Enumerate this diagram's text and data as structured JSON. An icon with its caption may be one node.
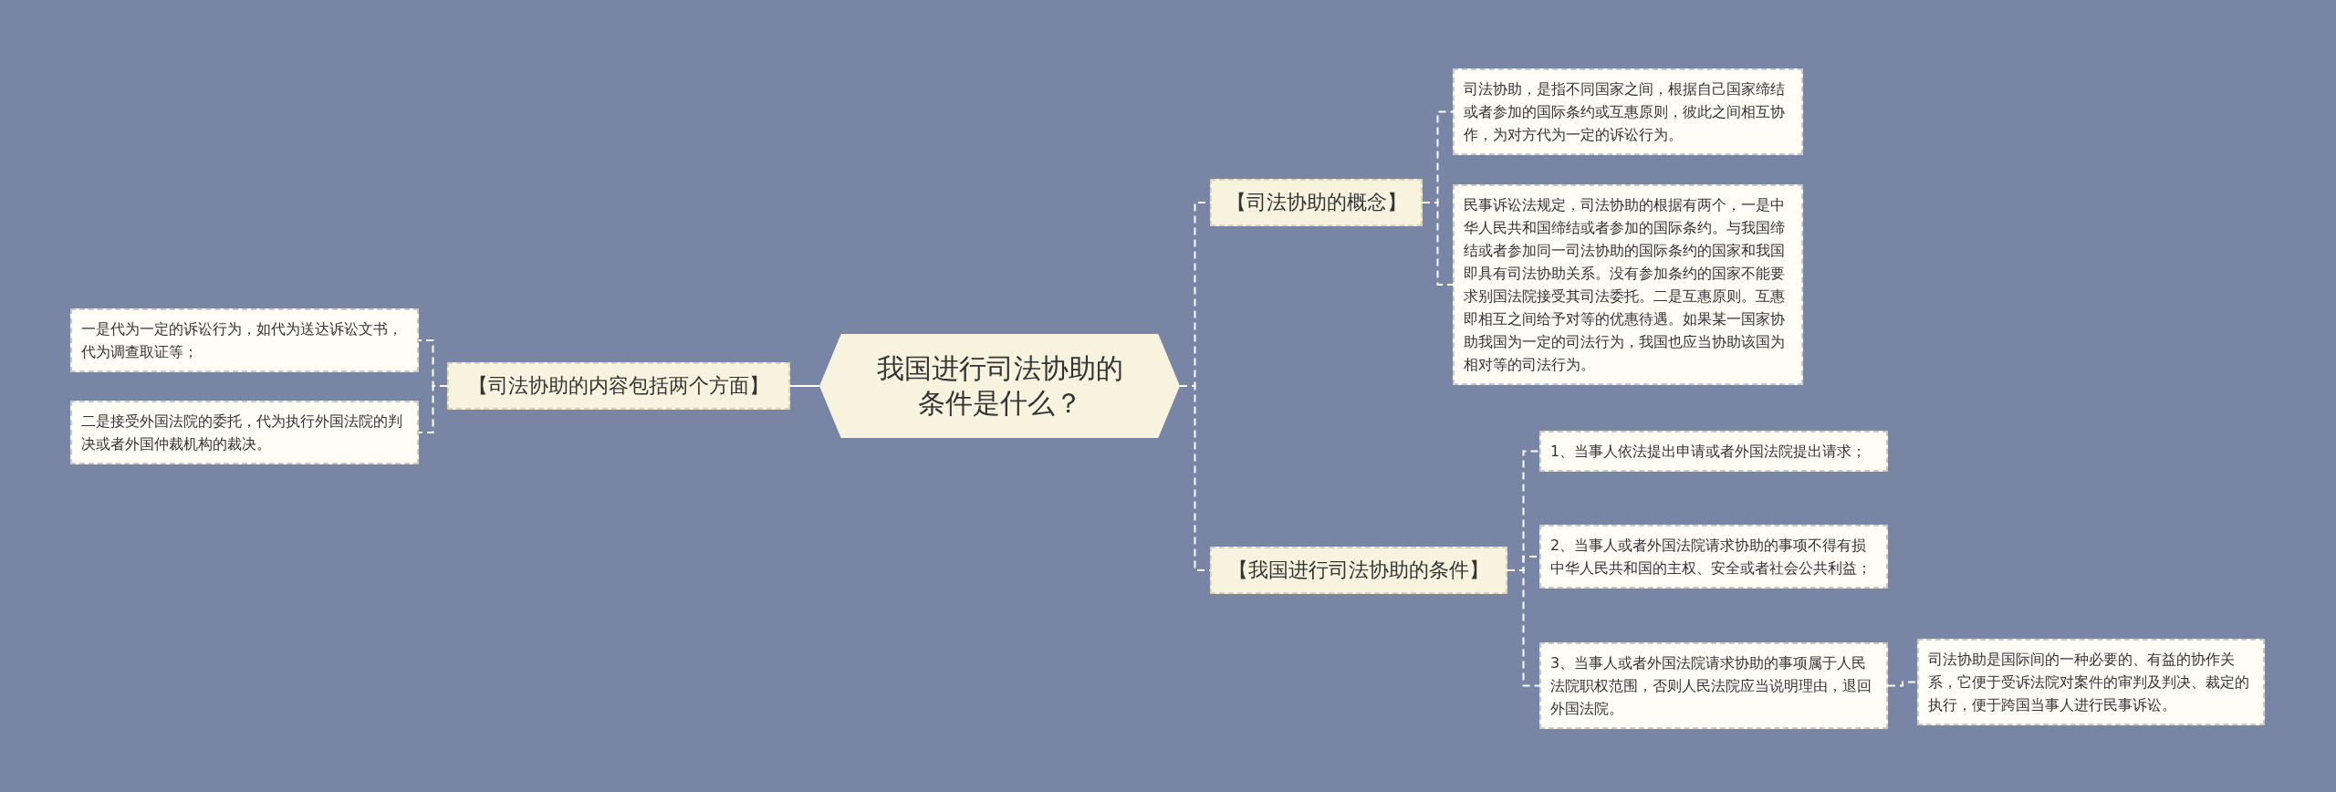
{
  "diagram": {
    "nodes": [
      {
        "text": [
          "我国进行司法协助的条件是什么？"
        ]
      },
      {
        "text": [
          "【司法协助的内容包括两个方面】"
        ]
      },
      {
        "text": [
          "一是代为一定的诉讼行为，如代为送达诉讼文书，代为调查取证等；"
        ]
      },
      {
        "text": [
          "二是接受外国法院的委托，代为执行外国法院的判决或者外国仲裁机构的裁决。"
        ]
      },
      {
        "text": [
          "【司法协助的概念】"
        ]
      },
      {
        "text": [
          "司法协助，是指不同国家之间，根据自己国家缔结或者参加的国际条约或互惠原则，彼此之间相互协作，为对方代为一定的诉讼行为。"
        ]
      },
      {
        "text": [
          "民事诉讼法规定，司法协助的根据有两个，一是中华人民共和国缔结或者参加的国际条约。与我国缔结或者参加同一司法协助的国际条约的国家和我国即具有司法协助关系。没有参加条约的国家不能要求别国法院接受其司法委托。二是互惠原则。互惠即相互之间给予对等的优惠待遇。如果某一国家协助我国为一定的司法行为，我国也应当协助该国为相对等的司法行为。"
        ]
      },
      {
        "text": [
          "【我国进行司法协助的条件】"
        ]
      },
      {
        "text": [
          "1、当事人依法提出申请或者外国法院提出请求；"
        ]
      },
      {
        "text": [
          "2、当事人或者外国法院请求协助的事项不得有损中华人民共和国的主权、安全或者社会公共利益；"
        ]
      },
      {
        "text": [
          "3、当事人或者外国法院请求协助的事项属于人民法院职权范围，否则人民法院应当说明理由，退回外国法院。"
        ]
      },
      {
        "text": [
          "司法协助是国际间的一种必要的、有益的协作关系，它便于受诉法院对案件的审判及判决、裁定的执行，便于跨国当事人进行民事诉讼。"
        ]
      }
    ],
    "edges": [
      {
        "from": 0,
        "to": 1,
        "arrow": "none"
      },
      {
        "from": 1,
        "to": 2,
        "arrow": "none",
        "style": "dashed"
      },
      {
        "from": 1,
        "to": 3,
        "arrow": "none",
        "style": "dashed"
      },
      {
        "from": 0,
        "to": 4,
        "arrow": "none",
        "style": "dashed"
      },
      {
        "from": 4,
        "to": 5,
        "arrow": "none",
        "style": "dashed"
      },
      {
        "from": 4,
        "to": 6,
        "arrow": "none",
        "style": "dashed"
      },
      {
        "from": 0,
        "to": 7,
        "arrow": "none",
        "style": "dashed"
      },
      {
        "from": 7,
        "to": 8,
        "arrow": "none",
        "style": "dashed"
      },
      {
        "from": 7,
        "to": 9,
        "arrow": "none",
        "style": "dashed"
      },
      {
        "from": 7,
        "to": 10,
        "arrow": "none",
        "style": "dashed"
      },
      {
        "from": 10,
        "to": 11,
        "arrow": "none",
        "style": "dashed"
      }
    ]
  }
}
